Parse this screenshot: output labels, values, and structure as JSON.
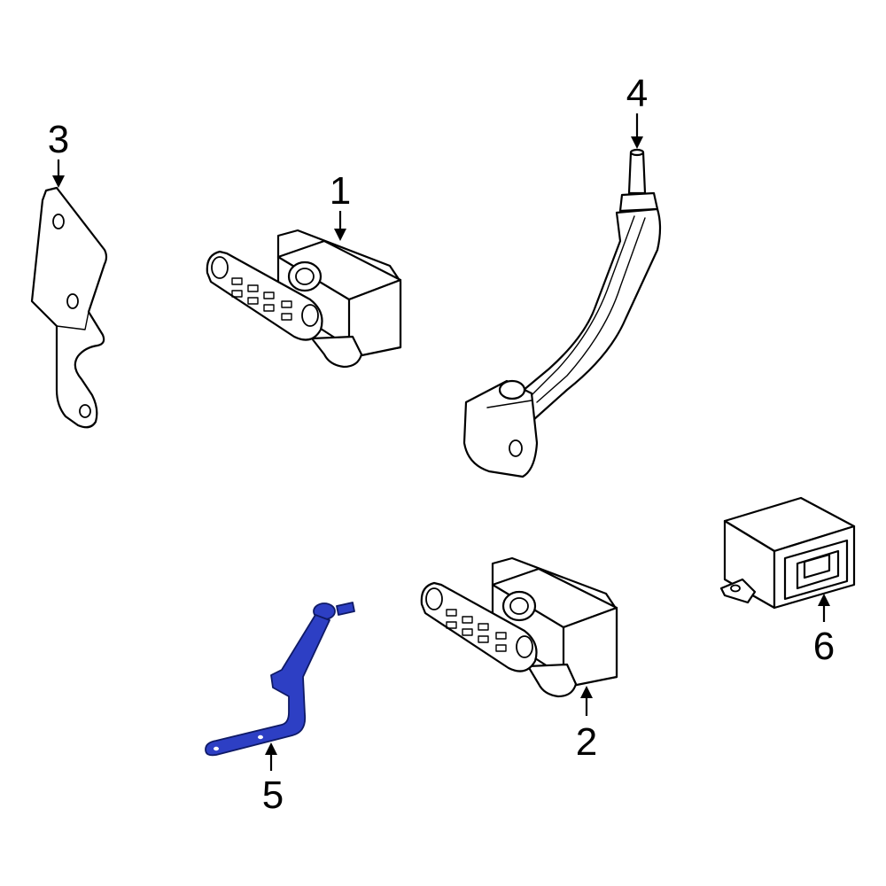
{
  "callouts": [
    {
      "id": "1",
      "label": "1"
    },
    {
      "id": "2",
      "label": "2"
    },
    {
      "id": "3",
      "label": "3"
    },
    {
      "id": "4",
      "label": "4"
    },
    {
      "id": "5",
      "label": "5"
    },
    {
      "id": "6",
      "label": "6"
    }
  ],
  "highlight_part": "5",
  "colors": {
    "line": "#000000",
    "background": "#ffffff",
    "highlight": "#2d3fc4"
  }
}
